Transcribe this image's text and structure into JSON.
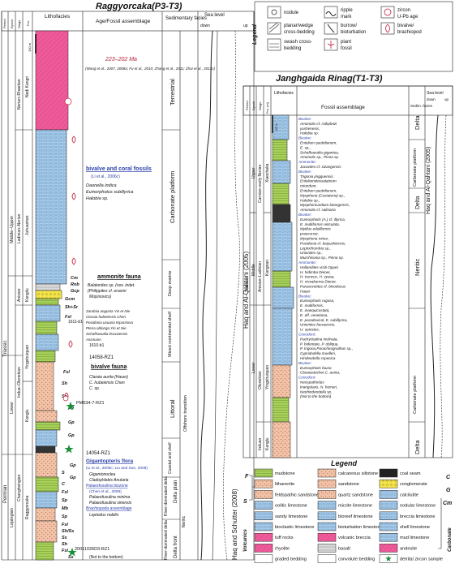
{
  "left": {
    "title": "Raggyorcaka(P3-T3)",
    "headers": {
      "period": "Period",
      "epoch": "Epoch",
      "stage": "Stage",
      "fm": "Fm.",
      "litho": "Lithofacies",
      "age": "Age/Fossil assemblage",
      "facies": "Sedimentary facies",
      "sea": "Sea level",
      "down": "down",
      "up": "up"
    },
    "scale": "100 m",
    "periods": [
      "Triassic",
      "Permian"
    ],
    "epochs": [
      "Middle–Upper",
      "Lower",
      "Lopingian"
    ],
    "stages": [
      "Norian–Rhaetian",
      "Ladinian–Norian",
      "Anisian",
      "Indua–Olenekian",
      "Changhsingian"
    ],
    "formations": [
      "Nadi Kangri",
      "Juhuashan",
      "Kangilu",
      "Yingshuiquan",
      "Kanglu",
      "Raggyorcaka"
    ],
    "facies": [
      "Terrestrial",
      "Carbonate platform",
      "Deep marine",
      "Mixed continental shelf",
      "Littoral",
      "Offshore transition",
      "Coastal and shelf",
      "River-dominated delta",
      "Delta plain",
      "Neritic",
      "River-dominated delta",
      "Delta front"
    ],
    "haq": "Haq and Al-Qahtani (2005)",
    "haq2": "Haq and Schutter (2008)",
    "labels": {
      "age1": "223–202 Ma",
      "age1ref": "(Wang et al., 2007, 2008a; Fu et al., 2010; Zhang et al., 2011; Zhai et al., 2013c)",
      "biv_coral": "bivalve and coral fossils",
      "biv_coral_ref": "(Li et al., 2006c)",
      "biv_coral_list": "Daonella indica\nEumorphotus subillyrica\nHalobia sp.",
      "ammonite": "ammonite fauna",
      "ammonite_list": "Balatonites sp. (nov. indet.\n(Philippites cf. erasmi\nMojsisovics)",
      "sample1": "1611-b1",
      "sample2": "1610-b1",
      "zandaia": "Zandaia angusta Yin et Nie\nClaraia hubeiensis Chen\nPosidonia usuaria Kiparisova\nPteria oblonga Yin et Nie\nSchafhaeutlia liscaviensis\nAssmann",
      "sample3": "14058-RZ1",
      "bivfauna": "bivalve fauna",
      "claraia": "Claraia aurita (Hauer)\nC. hubeiensis Chen\nC. sp.",
      "sample4": "PM034-7-RZ1",
      "sample5": "14054-RZ1",
      "giganto": "Gigantopteris flora",
      "giganto_ref": "(Li et al., 2006c; Liu and Sun, 2008)",
      "giganto_list": "Gigantonoclea\nCladophlebis Anularia",
      "palaeo1": "Palaeofusulina biozone",
      "palaeo1_ref": "(Chen et al., 2009)",
      "palaeo1_list": "Palaeofusulina minima\nPalaeofusulina sinensis",
      "brach": "Brachiopoda assemblage",
      "brach_list": "Leptodus nobilis",
      "sample6": "20011026D3-RZ1",
      "nottobottom": "(Not to the bottom)"
    },
    "codes": [
      "Cm",
      "Rnb",
      "Gcp",
      "Gcm",
      "Sh+Sr",
      "Fsl",
      "Sh",
      "Ss",
      "Sp",
      "Gp",
      "Gp",
      "Fsl",
      "Gp",
      "Gp",
      "S",
      "C",
      "Fsl",
      "Sp",
      "Mb",
      "Sp",
      "Fsl",
      "Sh/Ss",
      "Ss",
      "Sh",
      "Fsl",
      "Ss"
    ]
  },
  "legend": {
    "title": "Legend",
    "items": [
      "nodule",
      "ripple mark",
      "zircon U-Pb age",
      "planar/wedge cross-bedding",
      "burrow/ bioturbation",
      "swash cross-bedding",
      "plant fossil",
      "bivalve/ brachiopod"
    ]
  },
  "right": {
    "title": "Janghgaida Rinag(T1-T3)",
    "headers": {
      "period": "Period",
      "epoch": "Epoch",
      "stage": "Stage",
      "fm": "Fm. (m)",
      "litho": "Lithofacies",
      "fossil": "Fossil assemblage",
      "facies": "Sedim. facies",
      "sea": "Sea level",
      "down": "down",
      "up": "up"
    },
    "scale": "100 m",
    "periods": [
      "Triassic"
    ],
    "epochs": [
      "Upper",
      "Middle",
      "Lower"
    ],
    "stages": [
      "Carnian–early Norian",
      "Anisian–Ladinian",
      "Olenekian",
      "Induan"
    ],
    "formations": [
      "Xiaochaka",
      "Kangnan",
      "Yingshuiquan",
      "Kanglu"
    ],
    "facies": [
      "Delta",
      "Carbonate platform",
      "Delta",
      "Neritic",
      "Carbonate platform",
      "Delta"
    ],
    "haq": "Haq and Al-Qahtani (2005)",
    "fossils": [
      {
        "c": "blue",
        "t": "Bivalve:"
      },
      {
        "c": "k",
        "t": "Amonotis cf. rothpletzi"
      },
      {
        "c": "k",
        "t": "yushenesis,"
      },
      {
        "c": "k",
        "t": "Halobia sp."
      },
      {
        "c": "blue",
        "t": "Bivalve:"
      },
      {
        "c": "k",
        "t": "Entolium quotidianum,"
      },
      {
        "c": "k",
        "t": "E. sp.,"
      },
      {
        "c": "k",
        "t": "Schafhaeutlia gigantea,"
      },
      {
        "c": "k",
        "t": "Amonotis sp., Pinna sp."
      },
      {
        "c": "blue",
        "t": "Ammonite:"
      },
      {
        "c": "k",
        "t": "Juvavites cf. xizangensis"
      },
      {
        "c": "blue",
        "t": "Bivalve:"
      },
      {
        "c": "k",
        "t": "Trigonia jingguensis,"
      },
      {
        "c": "k",
        "t": "Entoliumdenuatatrium"
      },
      {
        "c": "k",
        "t": "rotundum,"
      },
      {
        "c": "k",
        "t": "Entolium quotidianum,"
      },
      {
        "c": "k",
        "t": "Myophoria (Costatoria) sp.,"
      },
      {
        "c": "k",
        "t": "Halobia sp.,"
      },
      {
        "c": "k",
        "t": "Myophoricardium lutongensis,"
      },
      {
        "c": "k",
        "t": "Amonotis cf. salinaria"
      },
      {
        "c": "blue",
        "t": "Bivalve:"
      },
      {
        "c": "k",
        "t": "Eumorphotis (A.) cf. illyrica,"
      },
      {
        "c": "k",
        "t": "E. multiformis reticulata,"
      },
      {
        "c": "k",
        "t": "Mytilus eduliformis"
      },
      {
        "c": "k",
        "t": "praecursor,"
      },
      {
        "c": "k",
        "t": "Myophoria minor,"
      },
      {
        "c": "k",
        "t": "Posidonia cf. baiyuzhiensis,"
      },
      {
        "c": "k",
        "t": "Leptochondria sp.,"
      },
      {
        "c": "k",
        "t": "Unionites sp.,"
      },
      {
        "c": "k",
        "t": "Murchisonia sp., Pinna sp."
      },
      {
        "c": "blue",
        "t": "Ammonite:"
      },
      {
        "c": "k",
        "t": "Hollandites visiti Oppel,"
      },
      {
        "c": "k",
        "t": "H. hidimba Diener,"
      },
      {
        "c": "k",
        "t": "H. truncus, H. vyasa,"
      },
      {
        "c": "k",
        "t": "H. visvakarma Diener,"
      },
      {
        "c": "k",
        "t": "Parasevetites cf. binodosus"
      },
      {
        "c": "k",
        "t": "Hauer"
      },
      {
        "c": "blue",
        "t": "Bivalve:"
      },
      {
        "c": "k",
        "t": "Eumorphotis rugosa,"
      },
      {
        "c": "k",
        "t": "E. multiformis,"
      },
      {
        "c": "k",
        "t": "E. inaequicostata,"
      },
      {
        "c": "k",
        "t": "E. aff. venetiana,"
      },
      {
        "c": "k",
        "t": "E. paradoxical, E. subillyrica,"
      },
      {
        "c": "k",
        "t": "Unionites fassaensis,"
      },
      {
        "c": "k",
        "t": "U. spicatus,"
      },
      {
        "c": "blue",
        "t": "Conodont:"
      },
      {
        "c": "k",
        "t": "Pachycladina inclinata,"
      },
      {
        "c": "k",
        "t": "P. bidentate, P. obliqua,"
      },
      {
        "c": "k",
        "t": "P. trigona,Parachirognathus sp.,"
      },
      {
        "c": "k",
        "t": "Cypridodella muelleri,"
      },
      {
        "c": "k",
        "t": "Hindeodella sspecica"
      },
      {
        "c": "blue",
        "t": "Bivalve:"
      },
      {
        "c": "k",
        "t": "Eumorphotis fauna"
      },
      {
        "c": "k",
        "t": "Claraiastechei-C. aurita,"
      },
      {
        "c": "blue",
        "t": "Conodont:"
      },
      {
        "c": "k",
        "t": "Neospathodus"
      },
      {
        "c": "k",
        "t": "triangularis, N. homeri,"
      },
      {
        "c": "k",
        "t": "Neohindeodella sp."
      },
      {
        "c": "k",
        "t": "(Not to the bottom)"
      }
    ]
  },
  "bottom_legend": {
    "title": "Legend",
    "groups": [
      "F",
      "S",
      "Volcanics",
      "C",
      "G",
      "Cm",
      "Carbonate"
    ],
    "items": [
      "mudstone",
      "calcareous siltstone",
      "coal seam",
      "litharenite",
      "sandstone",
      "conglomerate",
      "feldspathic sandstone",
      "quartz sandstone",
      "calcilutite",
      "oolitic limestone",
      "micrite limestone",
      "nodular limestone",
      "sandy limestone",
      "bioreef limestone",
      "breccia limestone",
      "bioclastic limestone",
      "bioturbation limestone",
      "shell limestone",
      "tuff rocks",
      "volcanic breccia",
      "mud limestone",
      "rhyolite",
      "basalt",
      "andesite",
      "graded bedding",
      "convolute bedding",
      "detrital zircon sample"
    ]
  },
  "colors": {
    "pink": "#ee5a9a",
    "blue": "#a9cdeb",
    "salmon": "#f3c2a6",
    "yellow": "#f4e44a",
    "green": "#a8d05a",
    "gray": "#c9c9c9",
    "star": "#1a8f3a"
  }
}
